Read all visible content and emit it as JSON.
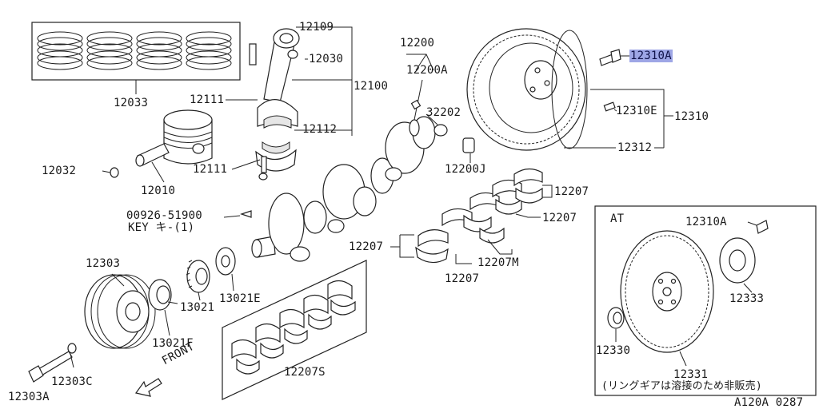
{
  "diagram": {
    "code": "A120A 0287",
    "labels": {
      "p12033": "12033",
      "p12109": "12109",
      "p12030": "12030",
      "p12100": "12100",
      "p12111a": "12111",
      "p12112": "12112",
      "p12111b": "12111",
      "p12032": "12032",
      "p12010": "12010",
      "p12200": "12200",
      "p12200A": "12200A",
      "p32202": "32202",
      "p12200J": "12200J",
      "p12310A": "12310A",
      "p12310E": "12310E",
      "p12310": "12310",
      "p12312": "12312",
      "p12207a": "12207",
      "p12207b": "12207",
      "p12207c": "12207",
      "p12207d": "12207",
      "p12207M": "12207M",
      "p00926": "00926-51900",
      "key": "KEY キ-(1)",
      "p12303": "12303",
      "p13021": "13021",
      "p13021E": "13021E",
      "p13021F": "13021F",
      "p12303C": "12303C",
      "p12303A": "12303A",
      "front": "FRONT",
      "p12207S": "12207S",
      "at": "AT",
      "at12310A": "12310A",
      "p12333": "12333",
      "p12330": "12330",
      "p12331": "12331",
      "note": "(リングギアは溶接のため非販売)"
    }
  }
}
